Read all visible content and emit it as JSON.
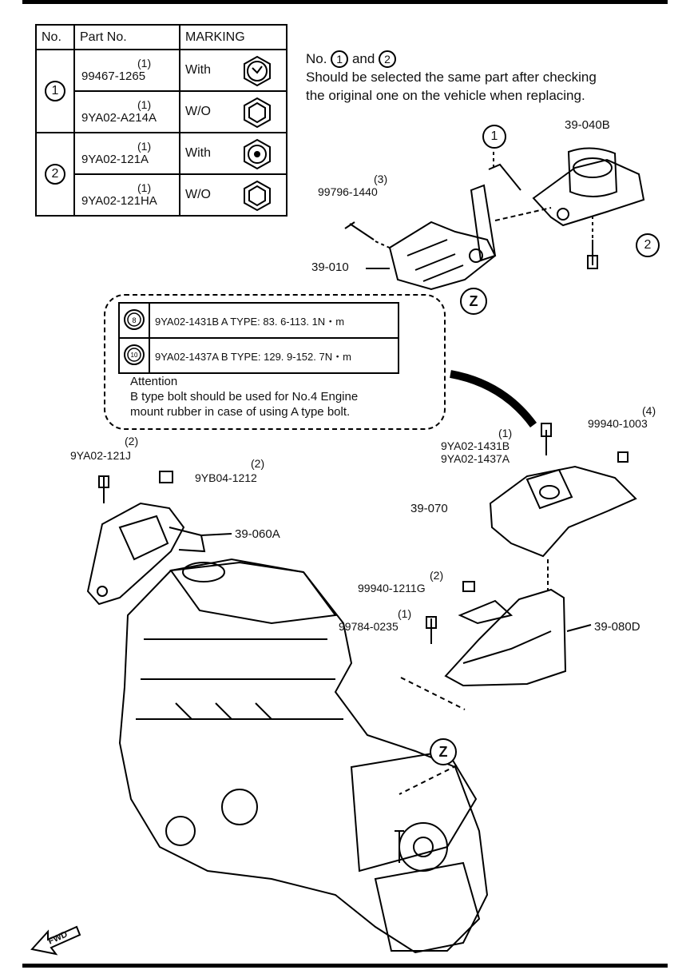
{
  "table": {
    "headers": {
      "no": "No.",
      "part": "Part No.",
      "marking": "MARKING"
    },
    "groups": [
      {
        "no": "1",
        "rows": [
          {
            "qty": "(1)",
            "part": "99467-1265",
            "marking": "With"
          },
          {
            "qty": "(1)",
            "part": "9YA02-A214A",
            "marking": "W/O"
          }
        ]
      },
      {
        "no": "2",
        "rows": [
          {
            "qty": "(1)",
            "part": "9YA02-121A",
            "marking": "With"
          },
          {
            "qty": "(1)",
            "part": "9YA02-121HA",
            "marking": "W/O"
          }
        ]
      }
    ]
  },
  "note": {
    "prefix": "No.",
    "c1": "1",
    "and": "and",
    "c2": "2",
    "line2": "Should be selected the same part after checking",
    "line3": "the original one on the vehicle when replacing."
  },
  "bolt_spec": {
    "rows": [
      {
        "mark": "8",
        "text": "9YA02-1431B  A TYPE: 83. 6-113. 1N・m"
      },
      {
        "mark": "10",
        "text": "9YA02-1437A  B TYPE: 129. 9-152. 7N・m"
      }
    ],
    "attention_title": "Attention",
    "attention_line1": "B type bolt should be used for No.4 Engine",
    "attention_line2": "mount rubber in case of using A type bolt."
  },
  "labels": {
    "p39_040B": "39-040B",
    "p99796": "99796-1440",
    "p99796_qty": "(3)",
    "p39_010": "39-010",
    "call1": "1",
    "call2": "2",
    "z1": "Z",
    "z2": "Z",
    "p9YA02_121J": "9YA02-121J",
    "p9YA02_121J_qty": "(2)",
    "p9YB04": "9YB04-1212",
    "p9YB04_qty": "(2)",
    "p39_060A": "39-060A",
    "p1431B": "9YA02-1431B",
    "p1431B_qty": "(1)",
    "p1437A": "9YA02-1437A",
    "p99940_1003": "99940-1003",
    "p99940_1003_qty": "(4)",
    "p39_070": "39-070",
    "p99940_1211G": "99940-1211G",
    "p99940_1211G_qty": "(2)",
    "p99784": "99784-0235",
    "p99784_qty": "(1)",
    "p39_080D": "39-080D",
    "fwd": "FWD"
  }
}
